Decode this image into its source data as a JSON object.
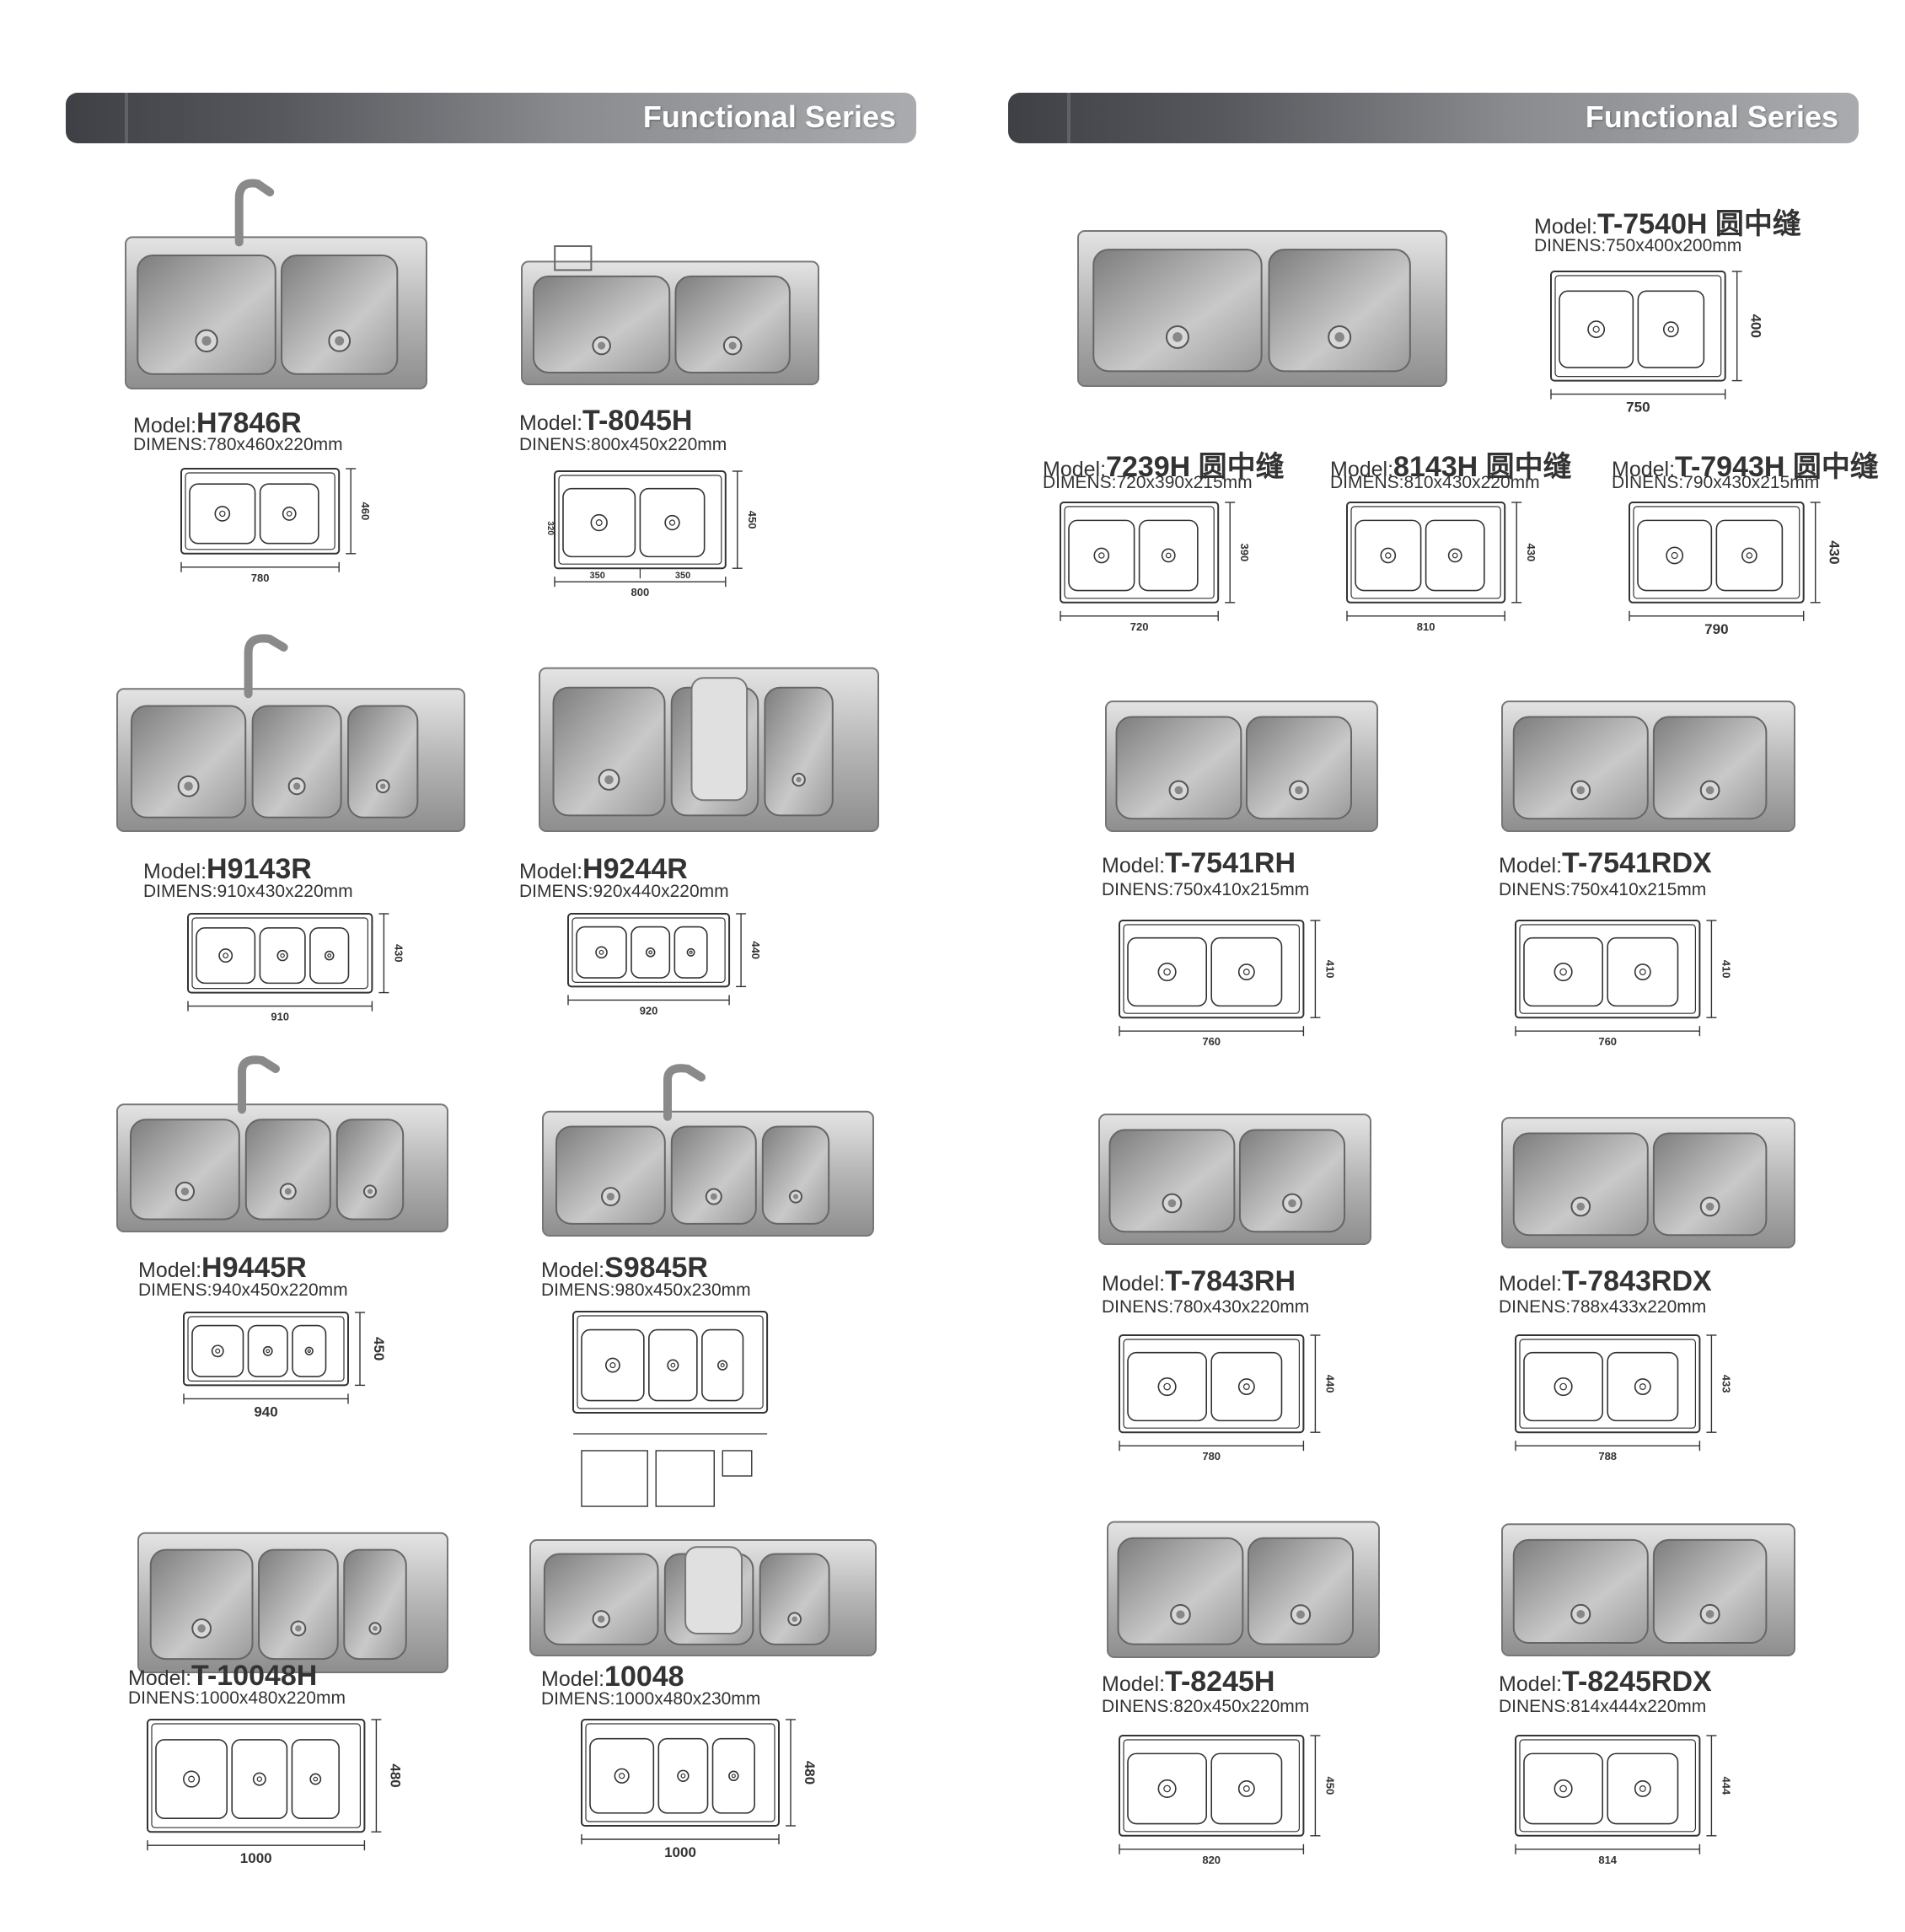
{
  "banner": {
    "title": "Functional Series"
  },
  "labels": {
    "model_prefix": "Model:"
  },
  "left_items": [
    {
      "model": "H7846R",
      "dims": "DIMENS:780x460x220mm",
      "w": "780",
      "h": "460"
    },
    {
      "model": "T-8045H",
      "dims": "DINENS:800x450x220mm",
      "w": "800",
      "h": "450",
      "sub": [
        "350",
        "350"
      ],
      "inner": "320"
    },
    {
      "model": "H9143R",
      "dims": "DIMENS:910x430x220mm",
      "w": "910",
      "h": "430"
    },
    {
      "model": "H9244R",
      "dims": "DIMENS:920x440x220mm",
      "w": "920",
      "h": "440"
    },
    {
      "model": "H9445R",
      "dims": "DIMENS:940x450x220mm",
      "w": "940",
      "h": "450"
    },
    {
      "model": "S9845R",
      "dims": "DIMENS:980x450x230mm"
    },
    {
      "model": "T-10048H",
      "dims": "DINENS:1000x480x220mm",
      "w": "1000",
      "h": "480"
    },
    {
      "model": "10048",
      "dims": "DIMENS:1000x480x230mm",
      "w": "1000",
      "h": "480"
    }
  ],
  "right_items": [
    {
      "model": "T-7540H 圆中缝",
      "dims": "DINENS:750x400x200mm",
      "w": "750",
      "h": "400"
    },
    {
      "model": "7239H 圆中缝",
      "dims": "DIMENS:720x390x215mm",
      "w": "720",
      "h": "390"
    },
    {
      "model": "8143H 圆中缝",
      "dims": "DIMENS:810x430x220mm",
      "w": "810",
      "h": "430"
    },
    {
      "model": "T-7943H 圆中缝",
      "dims": "DINENS:790x430x215mm",
      "w": "790",
      "h": "430"
    },
    {
      "model": "T-7541RH",
      "dims": "DINENS:750x410x215mm",
      "w": "760",
      "h": "410"
    },
    {
      "model": "T-7541RDX",
      "dims": "DINENS:750x410x215mm",
      "w": "760",
      "h": "410"
    },
    {
      "model": "T-7843RH",
      "dims": "DINENS:780x430x220mm",
      "w": "780",
      "h": "440"
    },
    {
      "model": "T-7843RDX",
      "dims": "DINENS:788x433x220mm",
      "w": "788",
      "h": "433"
    },
    {
      "model": "T-8245H",
      "dims": "DINENS:820x450x220mm",
      "w": "820",
      "h": "450"
    },
    {
      "model": "T-8245RDX",
      "dims": "DINENS:814x444x220mm",
      "w": "814",
      "h": "444"
    }
  ],
  "colors": {
    "banner_dark": "#3e4045",
    "banner_light": "#a9abae",
    "steel": "#b8b8b8",
    "line": "#333333"
  }
}
